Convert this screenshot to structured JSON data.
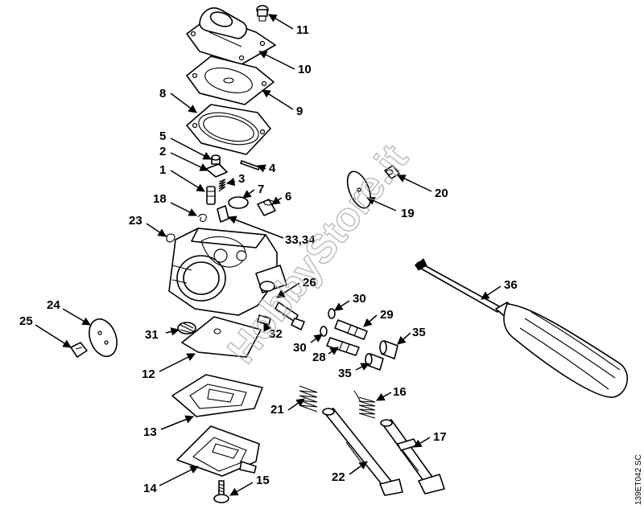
{
  "watermark": "HobbyStore.it",
  "drawing_code": "139ET042 SC",
  "callouts": {
    "p1": "1",
    "p2": "2",
    "p3": "3",
    "p4": "4",
    "p5": "5",
    "p6": "6",
    "p7": "7",
    "p8": "8",
    "p9": "9",
    "p10": "10",
    "p11": "11",
    "p12": "12",
    "p13": "13",
    "p14": "14",
    "p15": "15",
    "p16": "16",
    "p17": "17",
    "p18": "18",
    "p19": "19",
    "p20": "20",
    "p21": "21",
    "p22": "22",
    "p23": "23",
    "p24": "24",
    "p25": "25",
    "p26": "26",
    "p28": "28",
    "p29": "29",
    "p30a": "30",
    "p30b": "30",
    "p31": "31",
    "p32": "32",
    "p33_34": "33,34",
    "p35a": "35",
    "p35b": "35",
    "p36": "36"
  }
}
